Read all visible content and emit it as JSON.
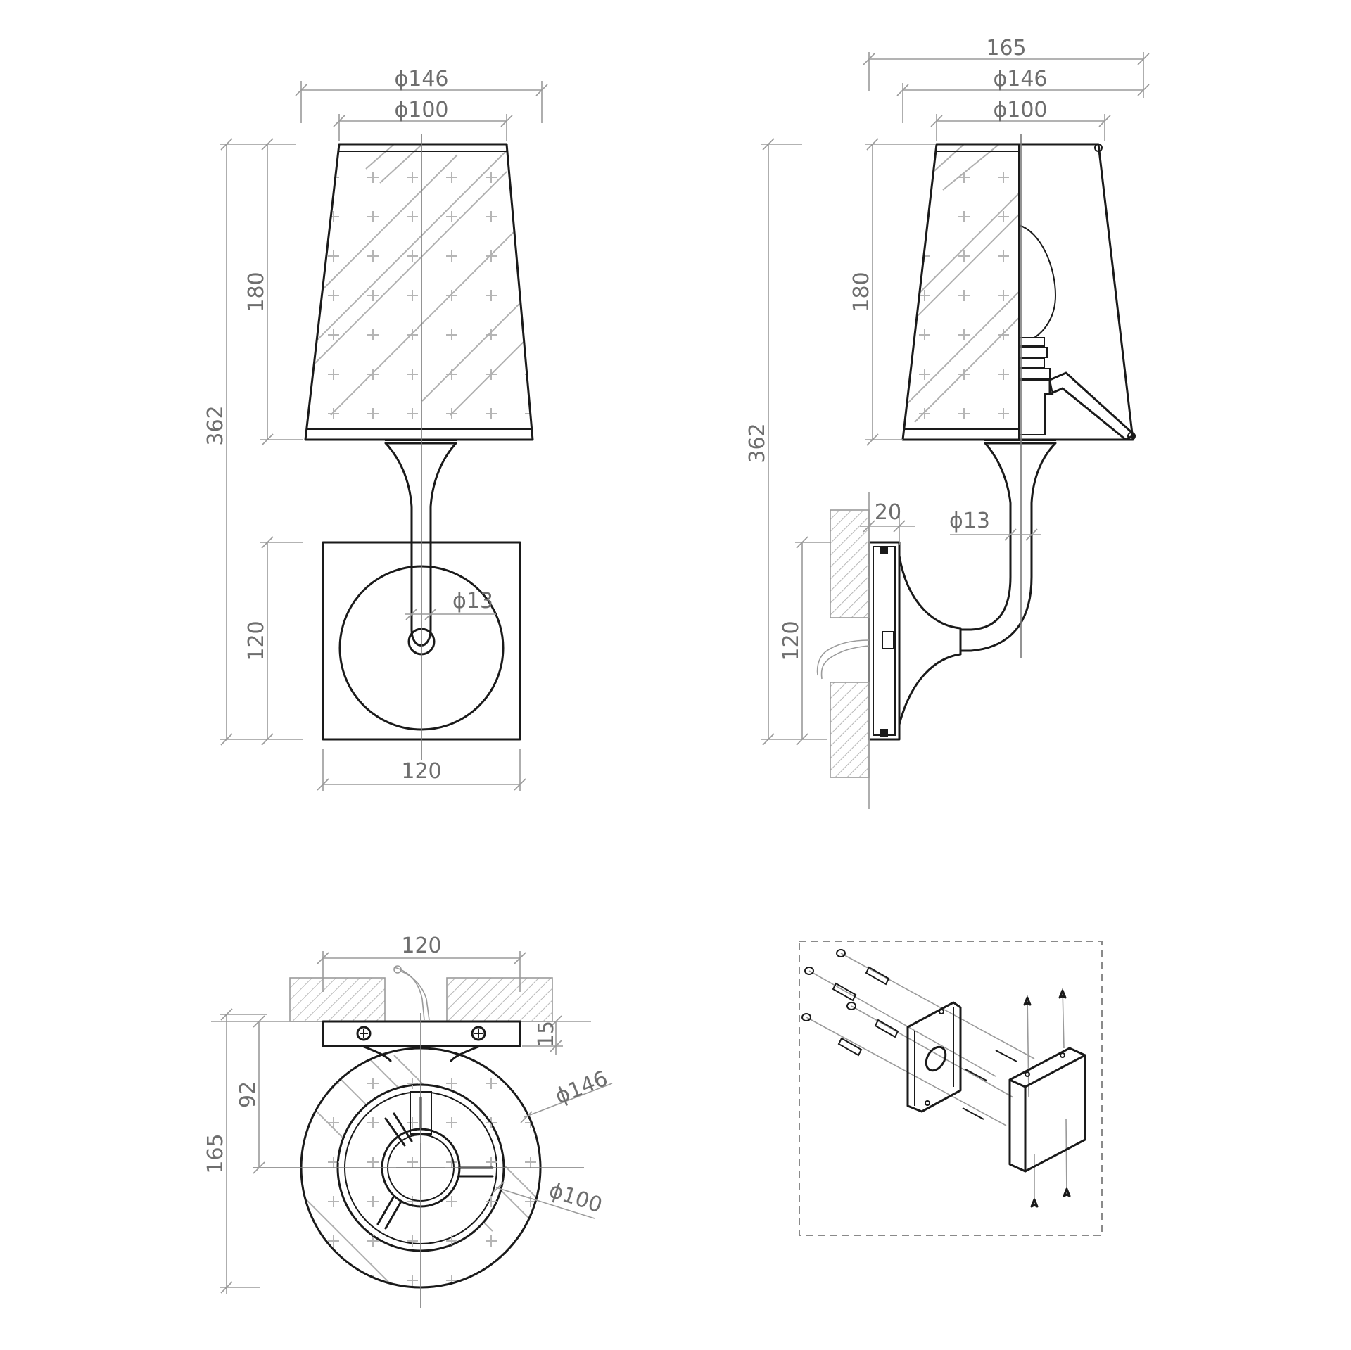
{
  "colors": {
    "object_line": "#1a1a1a",
    "dimension_line": "#9a9a9a",
    "dimension_text": "#6e6e6e",
    "hatch": "#b0b0b0"
  },
  "front_view": {
    "dim_shade_outer_dia": "ϕ146",
    "dim_shade_inner_dia": "ϕ100",
    "dim_total_height": "362",
    "dim_shade_height": "180",
    "dim_plate_height": "120",
    "dim_plate_width": "120",
    "dim_tube_dia": "ϕ13"
  },
  "side_view": {
    "dim_projection": "165",
    "dim_shade_outer_dia": "ϕ146",
    "dim_shade_inner_dia": "ϕ100",
    "dim_total_height": "362",
    "dim_shade_height": "180",
    "dim_plate_height": "120",
    "dim_plate_depth": "20",
    "dim_tube_dia": "ϕ13"
  },
  "top_view": {
    "dim_plate_width": "120",
    "dim_plate_thickness": "15",
    "dim_center_offset": "92",
    "dim_total_depth": "165",
    "dim_shade_outer_dia": "ϕ146",
    "dim_shade_inner_dia": "ϕ100"
  },
  "exploded_view": {
    "icons": [
      "screw-icon",
      "wall-plug-icon",
      "mounting-bracket-icon",
      "base-plate-icon"
    ]
  }
}
